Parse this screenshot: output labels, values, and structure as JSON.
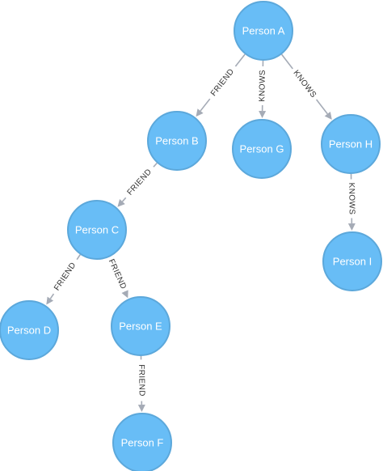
{
  "graph": {
    "node_fill": "#68bdf6",
    "node_stroke": "#5ca8db",
    "edge_color": "#a5abb6",
    "nodes": [
      {
        "id": "A",
        "label": "Person A"
      },
      {
        "id": "B",
        "label": "Person B"
      },
      {
        "id": "G",
        "label": "Person G"
      },
      {
        "id": "H",
        "label": "Person H"
      },
      {
        "id": "C",
        "label": "Person C"
      },
      {
        "id": "I",
        "label": "Person I"
      },
      {
        "id": "D",
        "label": "Person D"
      },
      {
        "id": "E",
        "label": "Person E"
      },
      {
        "id": "F",
        "label": "Person F"
      }
    ],
    "edges": [
      {
        "from": "A",
        "to": "B",
        "label": "FRIEND"
      },
      {
        "from": "A",
        "to": "G",
        "label": "KNOWS"
      },
      {
        "from": "A",
        "to": "H",
        "label": "KNOWS"
      },
      {
        "from": "B",
        "to": "C",
        "label": "FRIEND"
      },
      {
        "from": "H",
        "to": "I",
        "label": "KNOWS"
      },
      {
        "from": "C",
        "to": "D",
        "label": "FRIEND"
      },
      {
        "from": "C",
        "to": "E",
        "label": "FRIEND"
      },
      {
        "from": "E",
        "to": "F",
        "label": "FRIEND"
      }
    ]
  }
}
